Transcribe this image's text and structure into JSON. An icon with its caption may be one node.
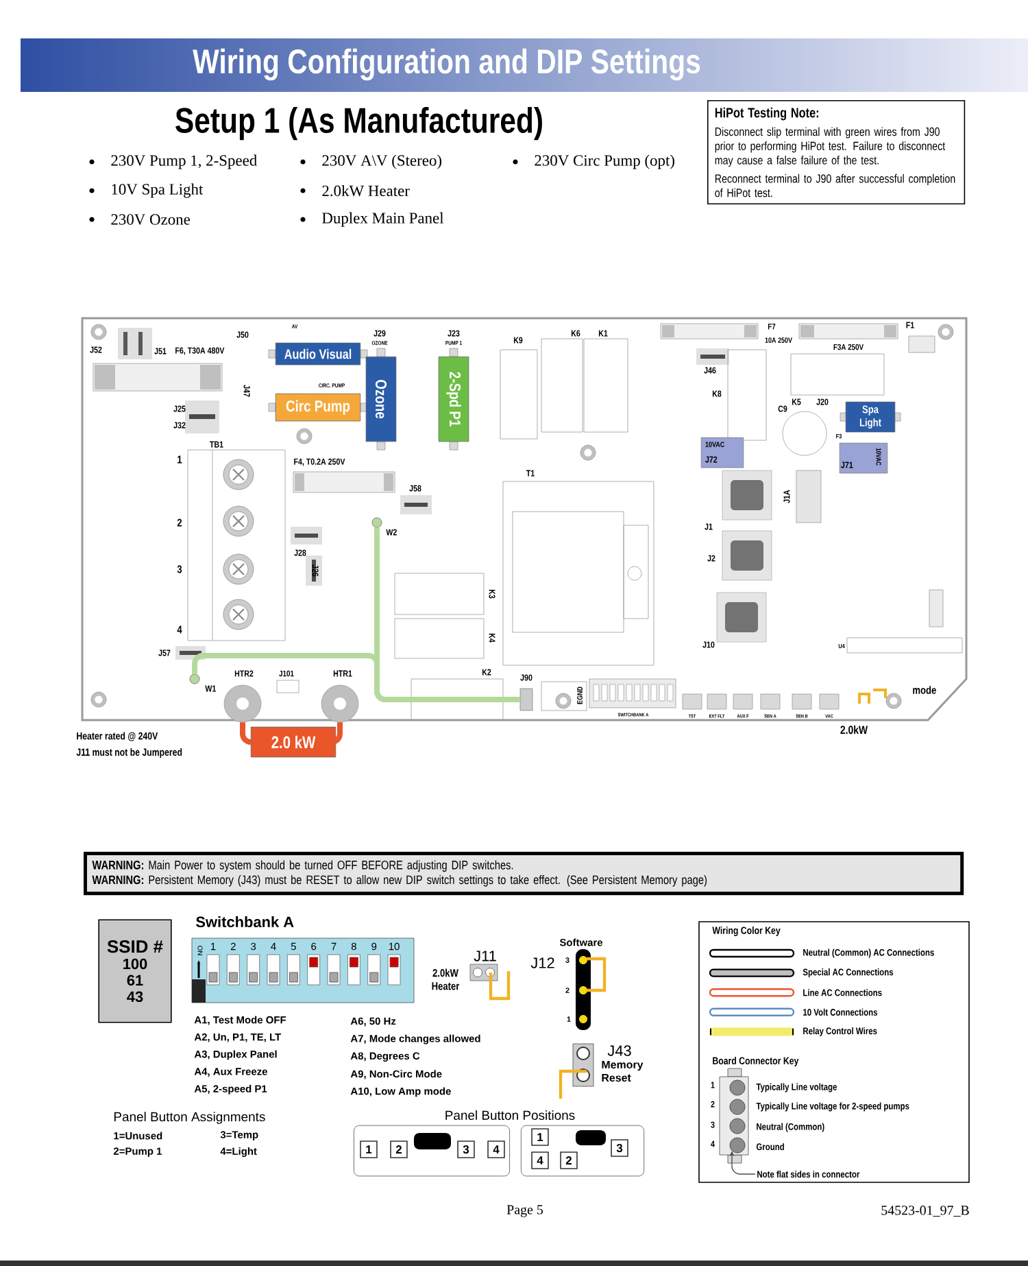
{
  "diagram": {
    "title": "Wiring Configuration and DIP Settings",
    "nodes": [
      {
        "text": [
          "HiPot Testing Note:",
          "Disconnect slip terminal with green wires from J90 prior to performing HiPot test.  Failure to disconnect may cause a false failure of the test.",
          "Reconnect terminal to J90 after successful completion of HiPot test."
        ]
      },
      {
        "text": [
          "Audio Visual"
        ]
      },
      {
        "text": [
          "Circ Pump"
        ]
      },
      {
        "text": [
          "Ozone"
        ]
      },
      {
        "text": [
          "2-Spd P1"
        ]
      },
      {
        "text": [
          "Spa Light"
        ]
      },
      {
        "text": [
          "10VAC",
          "J72"
        ]
      },
      {
        "text": [
          "J71",
          "10VAC"
        ]
      },
      {
        "text": [],
        "shape": "circle",
        "beside": [
          "W1"
        ]
      },
      {
        "text": [],
        "shape": "circle",
        "beside": [
          "W2"
        ]
      },
      {
        "text": [],
        "shape": "box",
        "beside": [
          "J90"
        ]
      },
      {
        "text": [],
        "shape": "circle",
        "beside": [
          "HTR2"
        ]
      },
      {
        "text": [],
        "shape": "circle",
        "beside": [
          "HTR1"
        ]
      },
      {
        "text": [
          "2.0 kW"
        ]
      },
      {
        "text": [
          "**WARNING:** Main Power to system should be turned OFF BEFORE adjusting DIP switches.",
          "**WARNING:** Persistent Memory (J43) must be RESET to allow new DIP switch settings to take effect. (See Persistent Memory page)"
        ]
      },
      {
        "text": [
          "SSID #",
          "100",
          "61",
          "43"
        ]
      },
      {
        "text": [],
        "shape": "box"
      },
      {
        "text": [
          "1"
        ],
        "in": 16
      },
      {
        "text": [
          "2"
        ],
        "in": 16
      },
      {
        "text": [
          "3"
        ],
        "in": 16
      },
      {
        "text": [
          "4"
        ],
        "in": 16
      },
      {
        "text": [],
        "shape": "box"
      },
      {
        "text": [
          "1"
        ],
        "in": 21
      },
      {
        "text": [
          "3"
        ],
        "in": 21
      },
      {
        "text": [
          "4"
        ],
        "in": 21
      },
      {
        "text": [
          "2"
        ],
        "in": 21
      },
      {
        "text": [],
        "shape": "circle"
      },
      {
        "text": [
          "Note flat sides in connector"
        ]
      }
    ],
    "edges": [
      {
        "from": 8,
        "to": 10,
        "arrow": "none",
        "color": "#b5d99c"
      },
      {
        "from": 9,
        "to": 10,
        "arrow": "none",
        "color": "#b5d99c"
      },
      {
        "from": 11,
        "to": 13,
        "arrow": "none",
        "color": "#e8562a"
      },
      {
        "from": 12,
        "to": 13,
        "arrow": "none",
        "color": "#e8562a"
      },
      {
        "from": 27,
        "to": 26,
        "arrow": "to",
        "color": "#4c4c4c"
      }
    ],
    "labels": [
      "Setup 1 (As Manufactured)",
      "230V Pump 1, 2-Speed",
      "10V Spa Light",
      "230V Ozone",
      "230V A\\V (Stereo)",
      "2.0kW Heater",
      "Duplex Main Panel",
      "230V Circ Pump (opt)",
      "J52",
      "J51",
      "F6, T30A 480V",
      "AV",
      "J50",
      "J47",
      "CIRC. PUMP",
      "J25",
      "J32",
      "J29",
      "OZONE",
      "J23",
      "PUMP 1",
      "K9",
      "K6",
      "K1",
      "F7",
      "10A 250V",
      "F3A 250V",
      "F1",
      "J46",
      "K8",
      "C9",
      "K5",
      "J20",
      "F3",
      "TB1",
      "1",
      "2",
      "3",
      "4",
      "F4, T0.2A 250V",
      "J58",
      "J28",
      "J26",
      "T1",
      "K3",
      "K4",
      "J101",
      "K2",
      "J57",
      "J1",
      "J2",
      "J10",
      "J1A",
      "U4",
      "SWITCHBANK A",
      "TST",
      "EXT FLT",
      "AUX F",
      "SEN A",
      "SEN B",
      "VAC",
      "EGND",
      "mode",
      "2.0kW",
      "Heater rated @ 240V",
      "J11 must not be Jumpered",
      "Switchbank A",
      "ON",
      "1",
      "2",
      "3",
      "4",
      "5",
      "6",
      "7",
      "8",
      "9",
      "10",
      "A1, Test Mode OFF",
      "A2, Un, P1, TE, LT",
      "A3, Duplex Panel",
      "A4, Aux Freeze",
      "A5, 2-speed P1",
      "A6, 50 Hz",
      "A7, Mode changes allowed",
      "A8, Degrees C",
      "A9, Non-Circ Mode",
      "A10, Low Amp mode",
      "J11",
      "2.0kW Heater",
      "Software",
      "J12",
      "3",
      "2",
      "1",
      "J43",
      "Memory Reset",
      "Panel Button Assignments",
      "1=Unused",
      "3=Temp",
      "2=Pump 1",
      "4=Light",
      "Panel Button Positions",
      "Wiring Color Key",
      "Board Connector Key",
      "1",
      "2",
      "3",
      "4",
      "Typically Line voltage",
      "Typically Line voltage for 2-speed pumps",
      "Neutral (Common)",
      "Ground",
      "Page 5",
      "54523-01_97_B"
    ],
    "legend": [
      {
        "text": "Neutral (Common) AC Connections"
      },
      {
        "text": "Special AC Connections"
      },
      {
        "text": "Line AC Connections"
      },
      {
        "text": "10 Volt Connections"
      },
      {
        "text": "Relay Control Wires"
      }
    ]
  }
}
